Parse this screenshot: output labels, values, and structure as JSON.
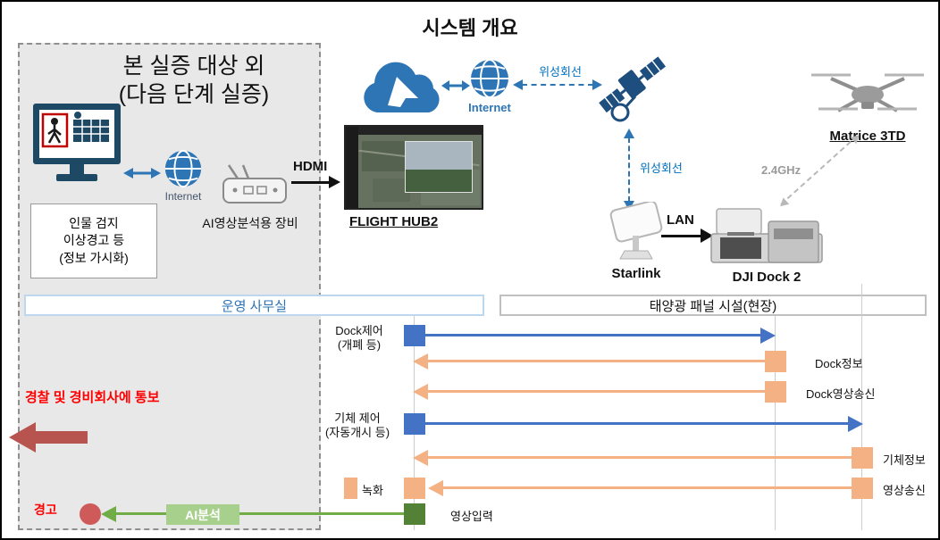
{
  "title": "시스템 개요",
  "left_panel": {
    "heading_line1": "본 실증 대상 외",
    "heading_line2": "(다음 단계 실증)",
    "caption_line1": "인물 검지",
    "caption_line2": "이상경고 등",
    "caption_line3": "(정보 가시화)",
    "internet_label": "Internet",
    "ai_equipment_label": "AI영상분석용 장비"
  },
  "links": {
    "hdmi": "HDMI",
    "lan": "LAN",
    "internet_cloud": "Internet",
    "satellite_link_top": "위성회선",
    "satellite_link_down": "위성회선",
    "freq": "2.4GHz"
  },
  "nodes": {
    "flighthub": "FLIGHT HUB2",
    "starlink": "Starlink",
    "dock": "DJI Dock 2",
    "matrice": "Matrice 3TD"
  },
  "zones": {
    "office": "운영 사무실",
    "site": "태양광 패널 시설(현장)"
  },
  "sequence": {
    "dock_control_line1": "Dock제어",
    "dock_control_line2": "(개폐 등)",
    "dock_info": "Dock정보",
    "dock_video": "Dock영상송신",
    "drone_control_line1": "기체 제어",
    "drone_control_line2": "(자동개시 등)",
    "drone_info": "기체정보",
    "record": "녹화",
    "video_send": "영상송신",
    "video_input": "영상입력",
    "ai_analysis": "AI분석",
    "warning": "경고",
    "notify": "경찰 및 경비회사에 통보"
  },
  "icons": {
    "monitor": "monitor-with-person-and-solar-panel-icon",
    "globe": "internet-globe-icon",
    "router": "ai-analysis-device-icon",
    "cloud": "flighthub-cloud-icon",
    "satellite": "satellite-icon",
    "dish": "starlink-dish-icon",
    "dock": "dji-dock-image",
    "drone": "matrice-drone-image"
  },
  "colors": {
    "blue_arrow": "#4472c4",
    "orange_arrow": "#f4b183",
    "green_line": "#70ad47",
    "green_square": "#538135",
    "ai_badge_bg": "#a8d08d",
    "red_text": "#ff0000",
    "red_arrow": "#b85450",
    "warning_circle": "#cf5a5a",
    "link_blue": "#0070c0",
    "accent_blue": "#2e75b6",
    "office_border": "#bdd7ee",
    "panel_bg": "#e8e8e8"
  }
}
